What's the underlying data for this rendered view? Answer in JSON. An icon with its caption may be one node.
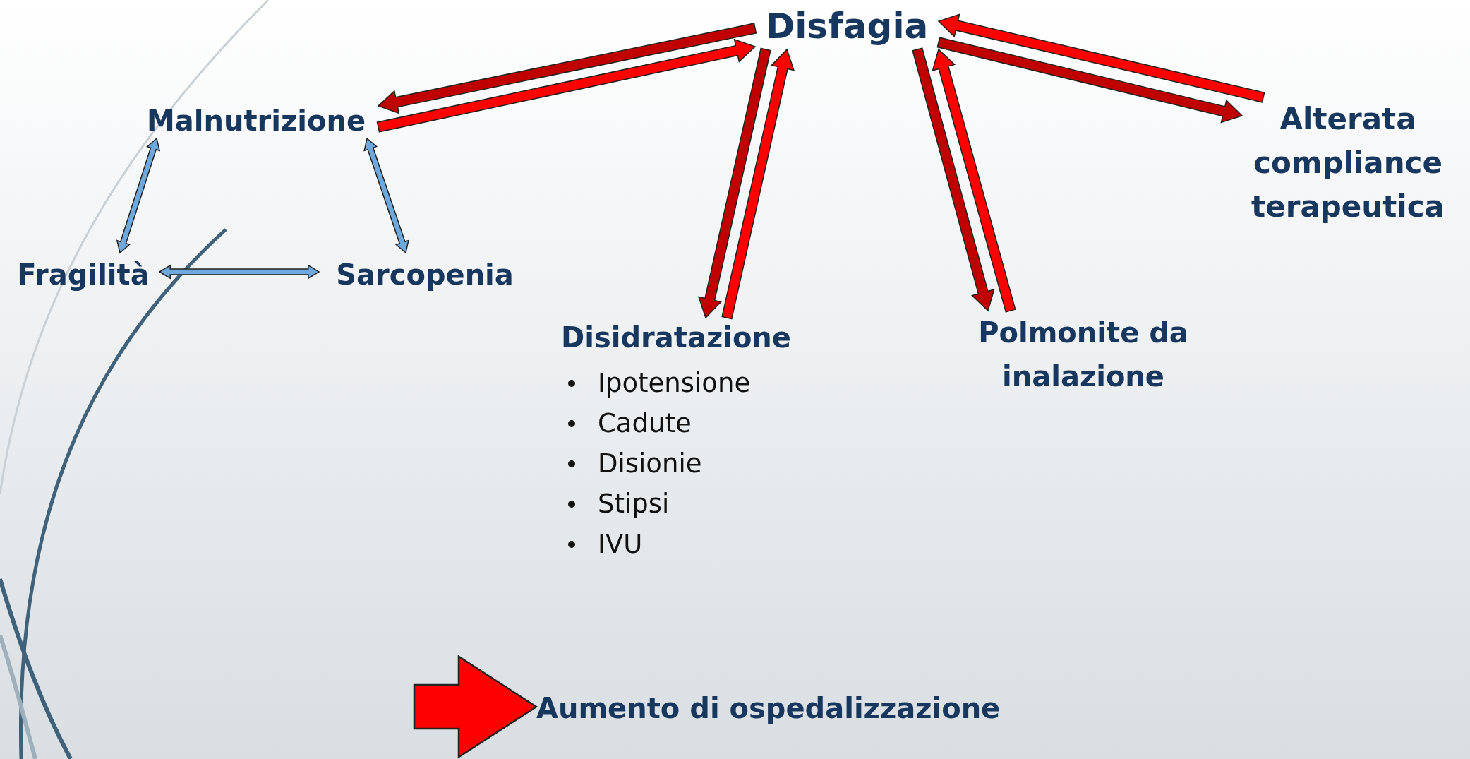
{
  "diagram": {
    "nodes": [
      {
        "text": [
          "Disfagia"
        ]
      },
      {
        "text": [
          "Malnutrizione"
        ]
      },
      {
        "text": [
          "Alterata compliance terapeutica"
        ]
      },
      {
        "text": [
          "Fragilità"
        ]
      },
      {
        "text": [
          "Sarcopenia"
        ]
      },
      {
        "text": [
          "Disidratazione",
          "Ipotensione",
          "Cadute",
          "Disionie",
          "Stipsi",
          "IVU"
        ]
      },
      {
        "text": [
          "Polmonite da inalazione"
        ]
      },
      {
        "text": [
          "Aumento di ospedalizzazione"
        ]
      }
    ],
    "edges": [
      {
        "from": 0,
        "to": 1,
        "arrow": "to",
        "color": "#c00000"
      },
      {
        "from": 1,
        "to": 0,
        "arrow": "to",
        "color": "#ff0000"
      },
      {
        "from": 0,
        "to": 5,
        "arrow": "to",
        "color": "#c00000"
      },
      {
        "from": 5,
        "to": 0,
        "arrow": "to",
        "color": "#ff0000"
      },
      {
        "from": 0,
        "to": 6,
        "arrow": "to",
        "color": "#c00000"
      },
      {
        "from": 6,
        "to": 0,
        "arrow": "to",
        "color": "#ff0000"
      },
      {
        "from": 2,
        "to": 0,
        "arrow": "to",
        "color": "#ff0000"
      },
      {
        "from": 0,
        "to": 2,
        "arrow": "to",
        "color": "#c00000"
      },
      {
        "from": 1,
        "to": 3,
        "arrow": "both",
        "color": "#6fa8dc"
      },
      {
        "from": 1,
        "to": 4,
        "arrow": "both",
        "color": "#6fa8dc"
      },
      {
        "from": 3,
        "to": 4,
        "arrow": "both",
        "color": "#6fa8dc"
      },
      {
        "from": null,
        "to": 7,
        "arrow": "to",
        "style": "thick",
        "color": "#ff0000"
      }
    ]
  }
}
